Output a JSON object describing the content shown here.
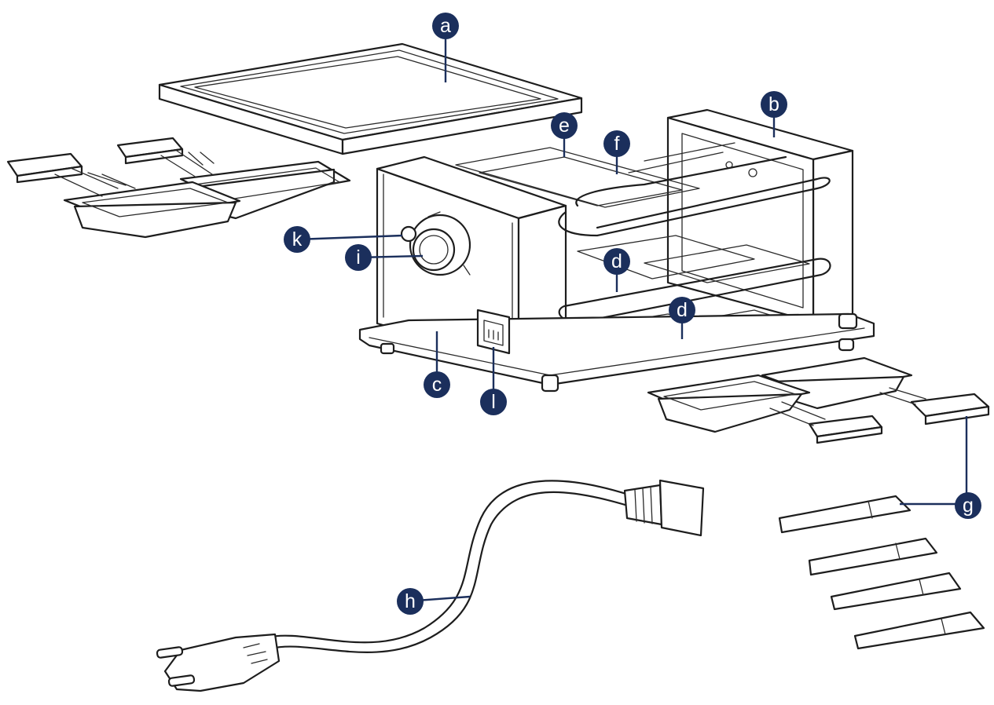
{
  "colors": {
    "badge": "#1b2f5c",
    "badge_text": "#ffffff",
    "line": "#1d1d1d"
  },
  "labels": {
    "a": "a",
    "b": "b",
    "c": "c",
    "d1": "d",
    "d2": "d",
    "e": "e",
    "f": "f",
    "g": "g",
    "h": "h",
    "i": "i",
    "k": "k",
    "l": "l"
  }
}
